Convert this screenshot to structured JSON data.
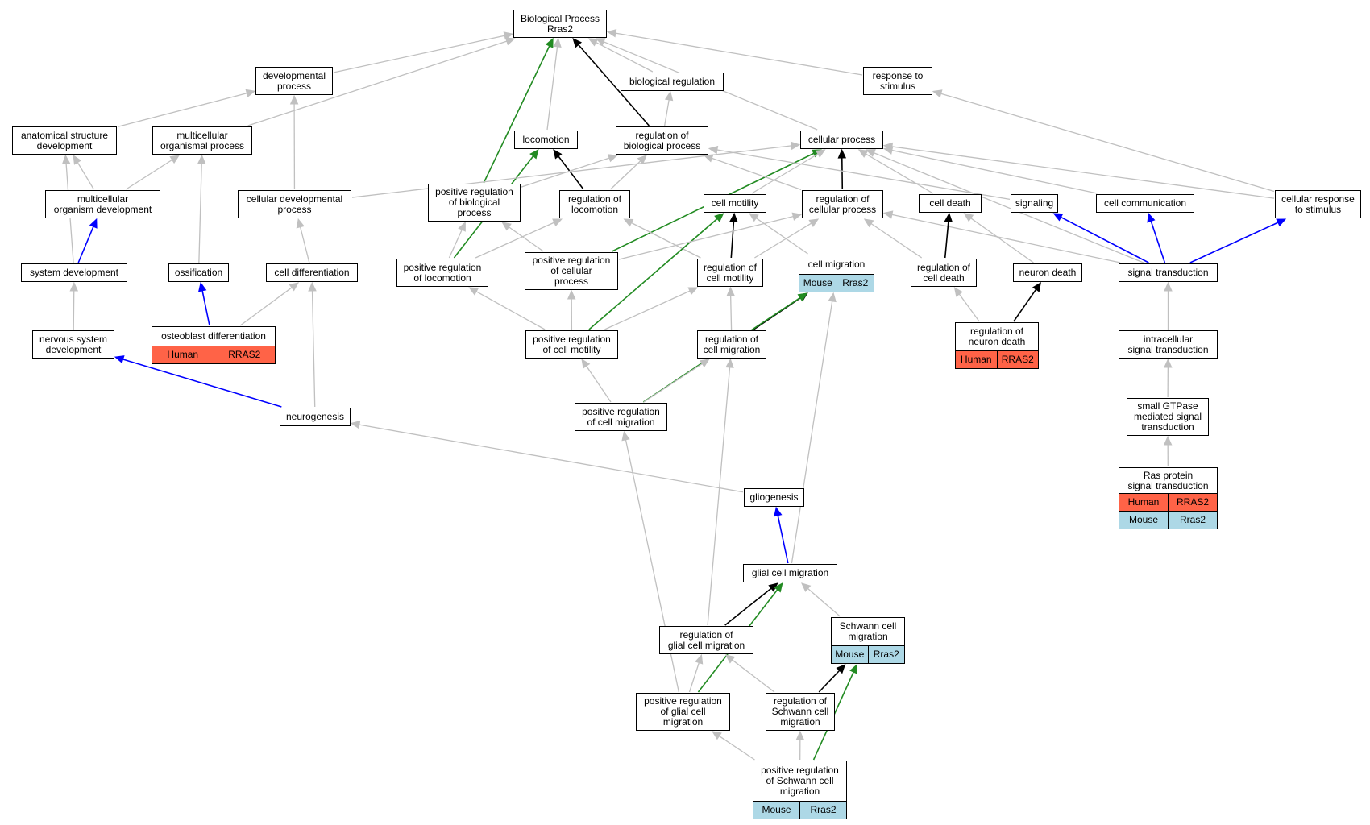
{
  "colors": {
    "is_a": "#c0c0c0",
    "part_of": "#000000",
    "regulates": "#000000",
    "positively_regulates": "#228b22",
    "other": "#0000ff",
    "human": "#ff6347",
    "mouse": "#add8e6"
  },
  "nodes": [
    {
      "id": "bp",
      "lines": [
        "Biological Process",
        "Rras2"
      ]
    },
    {
      "id": "dev",
      "lines": [
        "developmental",
        "process"
      ]
    },
    {
      "id": "bioreg",
      "lines": [
        "biological regulation"
      ]
    },
    {
      "id": "resp",
      "lines": [
        "response to",
        "stimulus"
      ]
    },
    {
      "id": "asd",
      "lines": [
        "anatomical structure",
        "development"
      ]
    },
    {
      "id": "mop",
      "lines": [
        "multicellular",
        "organismal process"
      ]
    },
    {
      "id": "loco",
      "lines": [
        "locomotion"
      ]
    },
    {
      "id": "regbp",
      "lines": [
        "regulation of",
        "biological process"
      ]
    },
    {
      "id": "cellproc",
      "lines": [
        "cellular process"
      ]
    },
    {
      "id": "mod",
      "lines": [
        "multicellular",
        "organism development"
      ]
    },
    {
      "id": "cdp",
      "lines": [
        "cellular developmental",
        "process"
      ]
    },
    {
      "id": "posregbp",
      "lines": [
        "positive regulation",
        "of biological",
        "process"
      ]
    },
    {
      "id": "regloco",
      "lines": [
        "regulation of",
        "locomotion"
      ]
    },
    {
      "id": "cellmot",
      "lines": [
        "cell motility"
      ]
    },
    {
      "id": "regcp",
      "lines": [
        "regulation of",
        "cellular process"
      ]
    },
    {
      "id": "celldeath",
      "lines": [
        "cell death"
      ]
    },
    {
      "id": "signaling",
      "lines": [
        "signaling"
      ]
    },
    {
      "id": "cellcomm",
      "lines": [
        "cell communication"
      ]
    },
    {
      "id": "cellresp",
      "lines": [
        "cellular response",
        "to stimulus"
      ]
    },
    {
      "id": "sysdev",
      "lines": [
        "system development"
      ]
    },
    {
      "id": "ossif",
      "lines": [
        "ossification"
      ]
    },
    {
      "id": "celldiff",
      "lines": [
        "cell differentiation"
      ]
    },
    {
      "id": "posregloco",
      "lines": [
        "positive regulation",
        "of locomotion"
      ]
    },
    {
      "id": "posregcp",
      "lines": [
        "positive regulation",
        "of cellular",
        "process"
      ]
    },
    {
      "id": "regcellmot",
      "lines": [
        "regulation of",
        "cell motility"
      ]
    },
    {
      "id": "cellmig",
      "lines": [
        "cell migration"
      ],
      "orthologs": [
        {
          "species": "Mouse",
          "gene": "Rras2"
        }
      ]
    },
    {
      "id": "regcd",
      "lines": [
        "regulation of",
        "cell death"
      ]
    },
    {
      "id": "neurondeath",
      "lines": [
        "neuron death"
      ]
    },
    {
      "id": "sigtrans",
      "lines": [
        "signal transduction"
      ]
    },
    {
      "id": "nsd",
      "lines": [
        "nervous system",
        "development"
      ]
    },
    {
      "id": "osteo",
      "lines": [
        "osteoblast differentiation"
      ],
      "orthologs": [
        {
          "species": "Human",
          "gene": "RRAS2"
        }
      ]
    },
    {
      "id": "posregcm",
      "lines": [
        "positive regulation",
        "of cell motility"
      ]
    },
    {
      "id": "regcmig",
      "lines": [
        "regulation of",
        "cell migration"
      ]
    },
    {
      "id": "regnd",
      "lines": [
        "regulation of",
        "neuron death"
      ],
      "orthologs": [
        {
          "species": "Human",
          "gene": "RRAS2"
        }
      ]
    },
    {
      "id": "intrasig",
      "lines": [
        "intracellular",
        "signal transduction"
      ]
    },
    {
      "id": "neurogen",
      "lines": [
        "neurogenesis"
      ]
    },
    {
      "id": "posregcmig",
      "lines": [
        "positive regulation",
        "of cell migration"
      ]
    },
    {
      "id": "gtpase",
      "lines": [
        "small GTPase",
        "mediated signal",
        "transduction"
      ]
    },
    {
      "id": "ras",
      "lines": [
        "Ras protein",
        "signal transduction"
      ],
      "orthologs": [
        {
          "species": "Human",
          "gene": "RRAS2"
        },
        {
          "species": "Mouse",
          "gene": "Rras2"
        }
      ]
    },
    {
      "id": "glio",
      "lines": [
        "gliogenesis"
      ]
    },
    {
      "id": "gcm",
      "lines": [
        "glial cell migration"
      ]
    },
    {
      "id": "schwann",
      "lines": [
        "Schwann cell",
        "migration"
      ],
      "orthologs": [
        {
          "species": "Mouse",
          "gene": "Rras2"
        }
      ]
    },
    {
      "id": "reggcm",
      "lines": [
        "regulation of",
        "glial cell migration"
      ]
    },
    {
      "id": "posreggcm",
      "lines": [
        "positive regulation",
        "of glial cell",
        "migration"
      ]
    },
    {
      "id": "regscm",
      "lines": [
        "regulation of",
        "Schwann cell",
        "migration"
      ]
    },
    {
      "id": "posregscm",
      "lines": [
        "positive regulation",
        "of Schwann cell",
        "migration"
      ],
      "orthologs": [
        {
          "species": "Mouse",
          "gene": "Rras2"
        }
      ]
    }
  ],
  "edges": [
    {
      "from": "dev",
      "to": "bp",
      "type": "is_a"
    },
    {
      "from": "bioreg",
      "to": "bp",
      "type": "is_a"
    },
    {
      "from": "resp",
      "to": "bp",
      "type": "is_a"
    },
    {
      "from": "mop",
      "to": "bp",
      "type": "is_a"
    },
    {
      "from": "loco",
      "to": "bp",
      "type": "is_a"
    },
    {
      "from": "cellproc",
      "to": "bp",
      "type": "is_a"
    },
    {
      "from": "regbp",
      "to": "bp",
      "type": "regulates"
    },
    {
      "from": "posregbp",
      "to": "bp",
      "type": "positively_regulates"
    },
    {
      "from": "asd",
      "to": "dev",
      "type": "is_a"
    },
    {
      "from": "cdp",
      "to": "dev",
      "type": "is_a"
    },
    {
      "from": "regbp",
      "to": "bioreg",
      "type": "is_a"
    },
    {
      "from": "cellresp",
      "to": "resp",
      "type": "is_a"
    },
    {
      "from": "mod",
      "to": "asd",
      "type": "is_a"
    },
    {
      "from": "sysdev",
      "to": "asd",
      "type": "is_a"
    },
    {
      "from": "mod",
      "to": "mop",
      "type": "is_a"
    },
    {
      "from": "ossif",
      "to": "mop",
      "type": "is_a"
    },
    {
      "from": "regloco",
      "to": "loco",
      "type": "regulates"
    },
    {
      "from": "posregloco",
      "to": "loco",
      "type": "positively_regulates"
    },
    {
      "from": "cdp",
      "to": "cellproc",
      "type": "is_a"
    },
    {
      "from": "regcp",
      "to": "cellproc",
      "type": "regulates"
    },
    {
      "from": "posregcp",
      "to": "cellproc",
      "type": "positively_regulates"
    },
    {
      "from": "cellmot",
      "to": "cellproc",
      "type": "is_a"
    },
    {
      "from": "celldeath",
      "to": "cellproc",
      "type": "is_a"
    },
    {
      "from": "cellcomm",
      "to": "cellproc",
      "type": "is_a"
    },
    {
      "from": "sigtrans",
      "to": "cellproc",
      "type": "is_a"
    },
    {
      "from": "cellresp",
      "to": "cellproc",
      "type": "is_a"
    },
    {
      "from": "regcp",
      "to": "regbp",
      "type": "is_a"
    },
    {
      "from": "posregbp",
      "to": "regbp",
      "type": "is_a"
    },
    {
      "from": "regloco",
      "to": "regbp",
      "type": "is_a"
    },
    {
      "from": "signaling",
      "to": "regbp",
      "type": "is_a"
    },
    {
      "from": "sysdev",
      "to": "mod",
      "type": "other"
    },
    {
      "from": "celldiff",
      "to": "cdp",
      "type": "is_a"
    },
    {
      "from": "posregloco",
      "to": "posregbp",
      "type": "is_a"
    },
    {
      "from": "posregcp",
      "to": "posregbp",
      "type": "is_a"
    },
    {
      "from": "posregloco",
      "to": "regloco",
      "type": "is_a"
    },
    {
      "from": "regcellmot",
      "to": "regloco",
      "type": "is_a"
    },
    {
      "from": "regcellmot",
      "to": "cellmot",
      "type": "regulates"
    },
    {
      "from": "posregcm",
      "to": "cellmot",
      "type": "positively_regulates"
    },
    {
      "from": "cellmig",
      "to": "cellmot",
      "type": "is_a"
    },
    {
      "from": "regcellmot",
      "to": "regcp",
      "type": "is_a"
    },
    {
      "from": "posregcp",
      "to": "regcp",
      "type": "is_a"
    },
    {
      "from": "regcd",
      "to": "regcp",
      "type": "is_a"
    },
    {
      "from": "sigtrans",
      "to": "regcp",
      "type": "is_a"
    },
    {
      "from": "regcd",
      "to": "celldeath",
      "type": "regulates"
    },
    {
      "from": "neurondeath",
      "to": "celldeath",
      "type": "is_a"
    },
    {
      "from": "sigtrans",
      "to": "signaling",
      "type": "other"
    },
    {
      "from": "sigtrans",
      "to": "cellcomm",
      "type": "other"
    },
    {
      "from": "sigtrans",
      "to": "cellresp",
      "type": "other"
    },
    {
      "from": "nsd",
      "to": "sysdev",
      "type": "is_a"
    },
    {
      "from": "osteo",
      "to": "ossif",
      "type": "other"
    },
    {
      "from": "osteo",
      "to": "celldiff",
      "type": "is_a"
    },
    {
      "from": "neurogen",
      "to": "celldiff",
      "type": "is_a"
    },
    {
      "from": "posregcm",
      "to": "posregloco",
      "type": "is_a"
    },
    {
      "from": "posregcm",
      "to": "posregcp",
      "type": "is_a"
    },
    {
      "from": "posregcm",
      "to": "regcellmot",
      "type": "is_a"
    },
    {
      "from": "regcmig",
      "to": "regcellmot",
      "type": "is_a"
    },
    {
      "from": "regcmig",
      "to": "cellmig",
      "type": "regulates"
    },
    {
      "from": "posregcmig",
      "to": "cellmig",
      "type": "positively_regulates"
    },
    {
      "from": "gcm",
      "to": "cellmig",
      "type": "is_a"
    },
    {
      "from": "regnd",
      "to": "regcd",
      "type": "is_a"
    },
    {
      "from": "regnd",
      "to": "neurondeath",
      "type": "regulates"
    },
    {
      "from": "intrasig",
      "to": "sigtrans",
      "type": "is_a"
    },
    {
      "from": "neurogen",
      "to": "nsd",
      "type": "other"
    },
    {
      "from": "posregcmig",
      "to": "posregcm",
      "type": "is_a"
    },
    {
      "from": "posregcmig",
      "to": "regcmig",
      "type": "is_a"
    },
    {
      "from": "reggcm",
      "to": "regcmig",
      "type": "is_a"
    },
    {
      "from": "gtpase",
      "to": "intrasig",
      "type": "is_a"
    },
    {
      "from": "glio",
      "to": "neurogen",
      "type": "is_a"
    },
    {
      "from": "posreggcm",
      "to": "posregcmig",
      "type": "is_a"
    },
    {
      "from": "ras",
      "to": "gtpase",
      "type": "is_a"
    },
    {
      "from": "gcm",
      "to": "glio",
      "type": "other"
    },
    {
      "from": "reggcm",
      "to": "gcm",
      "type": "regulates"
    },
    {
      "from": "posreggcm",
      "to": "gcm",
      "type": "positively_regulates"
    },
    {
      "from": "schwann",
      "to": "gcm",
      "type": "is_a"
    },
    {
      "from": "regscm",
      "to": "schwann",
      "type": "regulates"
    },
    {
      "from": "posregscm",
      "to": "schwann",
      "type": "positively_regulates"
    },
    {
      "from": "posreggcm",
      "to": "reggcm",
      "type": "is_a"
    },
    {
      "from": "regscm",
      "to": "reggcm",
      "type": "is_a"
    },
    {
      "from": "posregscm",
      "to": "posreggcm",
      "type": "is_a"
    },
    {
      "from": "posregscm",
      "to": "regscm",
      "type": "is_a"
    }
  ]
}
